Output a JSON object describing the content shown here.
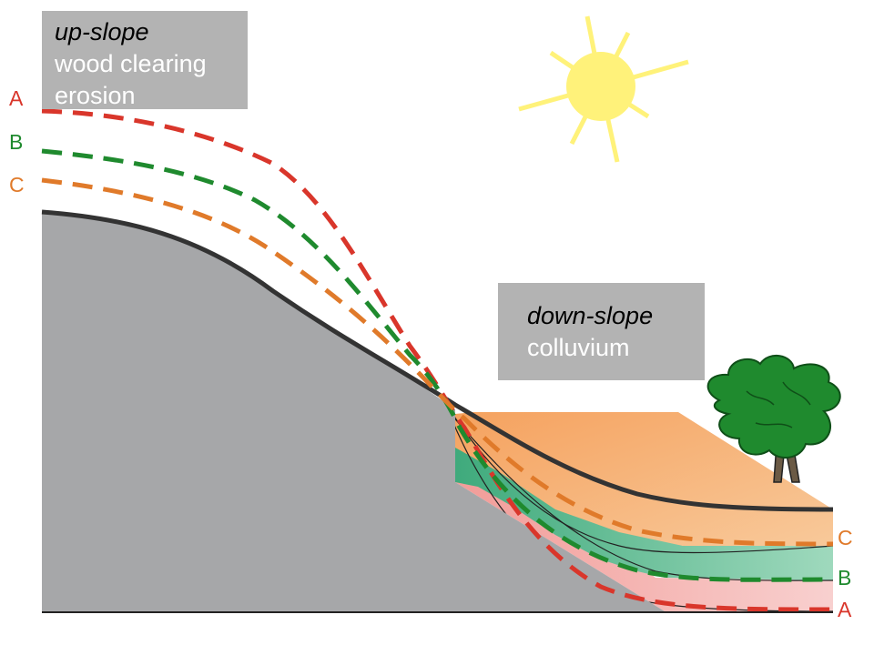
{
  "up_slope": {
    "title": "up-slope",
    "line1": "wood clearing",
    "line2": "erosion"
  },
  "down_slope": {
    "title": "down-slope",
    "line1": "colluvium"
  },
  "surfaces": [
    {
      "label": "A",
      "color": "#d9362b"
    },
    {
      "label": "B",
      "color": "#1f8a2e"
    },
    {
      "label": "C",
      "color": "#e07a2a"
    }
  ],
  "colors": {
    "hillslope": "#a6a7a9",
    "current_surface": "#333333",
    "layer_a_fill": "#f2b2b0",
    "layer_b_fill": "#6fc09c",
    "layer_c_fill": "#f2a66e",
    "sun": "#fff27a",
    "tree": "#1f8a2e"
  },
  "icons": [
    "sun-icon",
    "tree-icon"
  ]
}
